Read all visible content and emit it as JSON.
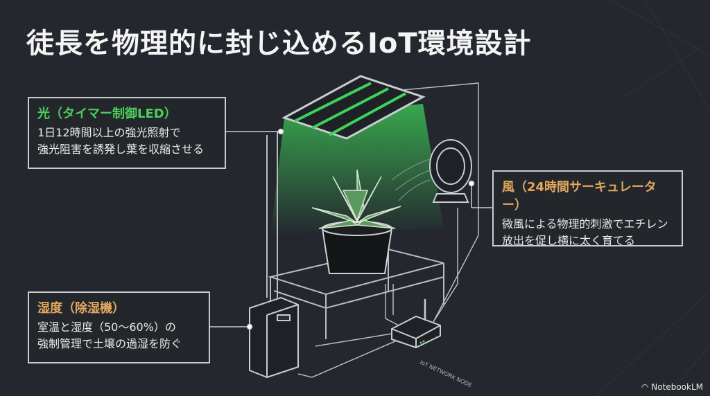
{
  "title": "徒長を物理的に封じ込めるIoT環境設計",
  "callouts": {
    "light": {
      "heading": "光（タイマー制御LED）",
      "lines": [
        "1日12時間以上の強光照射で",
        "強光阻害を誘発し葉を収縮させる"
      ]
    },
    "wind": {
      "heading": "風（24時間サーキュレーター）",
      "lines": [
        "微風による物理的刺激でエチレン",
        "放出を促し横に太く育てる"
      ]
    },
    "humidity": {
      "heading": "湿度（除湿機）",
      "lines": [
        "室温と湿度（50〜60%）の",
        "強制管理で土壌の過湿を防ぐ"
      ]
    }
  },
  "router_label": "IoT NETWORK NODE",
  "brand": "NotebookLM",
  "colors": {
    "background": "#24282e",
    "light_accent": "#4ccf5a",
    "wind_accent": "#e3a75e",
    "humidity_accent": "#e3a75e"
  }
}
